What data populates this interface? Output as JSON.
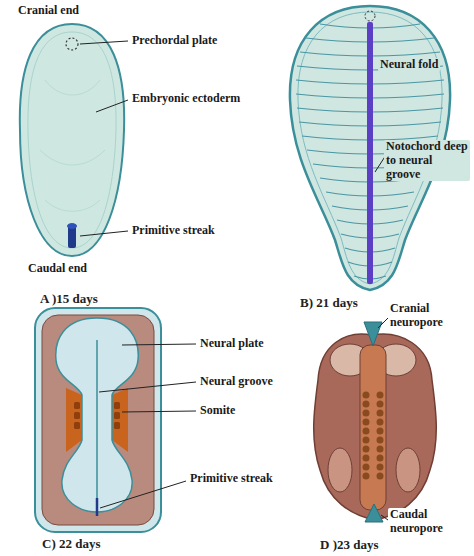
{
  "diagram": {
    "labels": [
      "Cranial end",
      "Prechordal plate",
      "Embryonic ectoderm",
      "Primitive streak",
      "Caudal end",
      "A )15 days",
      "Neural fold",
      "Notochord deep to neural groove",
      "B) 21 days",
      "Neural plate",
      "Neural groove",
      "Somite",
      "Primitive streak",
      "C) 22 days",
      "Cranial neuropore",
      "Caudal neuropore",
      "D )23 days"
    ]
  }
}
